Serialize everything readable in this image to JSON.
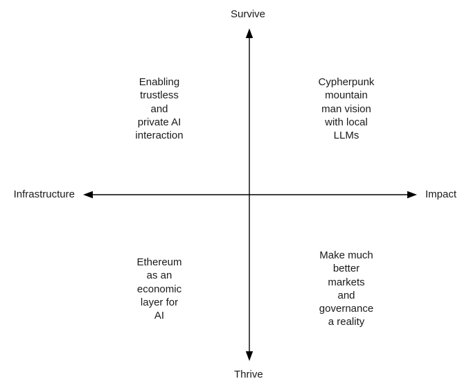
{
  "diagram": {
    "type": "two-axis-quadrant",
    "background_color": "#ffffff",
    "axis_color": "#000000",
    "text_color": "#1a1a1a",
    "axes": {
      "vertical": {
        "top_label": "Survive",
        "bottom_label": "Thrive"
      },
      "horizontal": {
        "left_label": "Infrastructure",
        "right_label": "Impact"
      }
    },
    "quadrants": {
      "top_left": "Enabling\ntrustless\nand\nprivate AI\ninteraction",
      "top_right": "Cypherpunk\nmountain\nman vision\nwith local\nLLMs",
      "bottom_left": "Ethereum\nas an\neconomic\nlayer for\nAI",
      "bottom_right": "Make much\nbetter\nmarkets\nand\ngovernance\na reality"
    }
  }
}
